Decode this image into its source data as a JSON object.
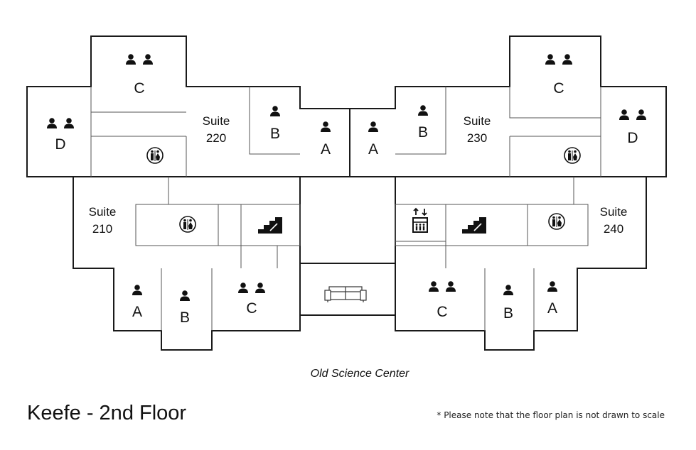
{
  "header": {
    "building_name": "Keefe - 2nd Floor",
    "scale_note": "* Please note that the floor plan is not drawn to scale"
  },
  "plan": {
    "adjacent_building": "Old Science Center",
    "suites": {
      "s210": [
        "Suite",
        "210"
      ],
      "s220": [
        "Suite",
        "220"
      ],
      "s230": [
        "Suite",
        "230"
      ],
      "s240": [
        "Suite",
        "240"
      ]
    },
    "room_types": {
      "single": "A",
      "single_b": "B",
      "double_c": "C",
      "double_d": "D"
    },
    "icons": {
      "single_occupancy": "person-icon",
      "double_occupancy": "two-persons-icon",
      "restroom": "restroom-icon",
      "stairs": "stairs-icon",
      "elevator": "elevator-icon",
      "lounge": "sofa-icon"
    }
  }
}
